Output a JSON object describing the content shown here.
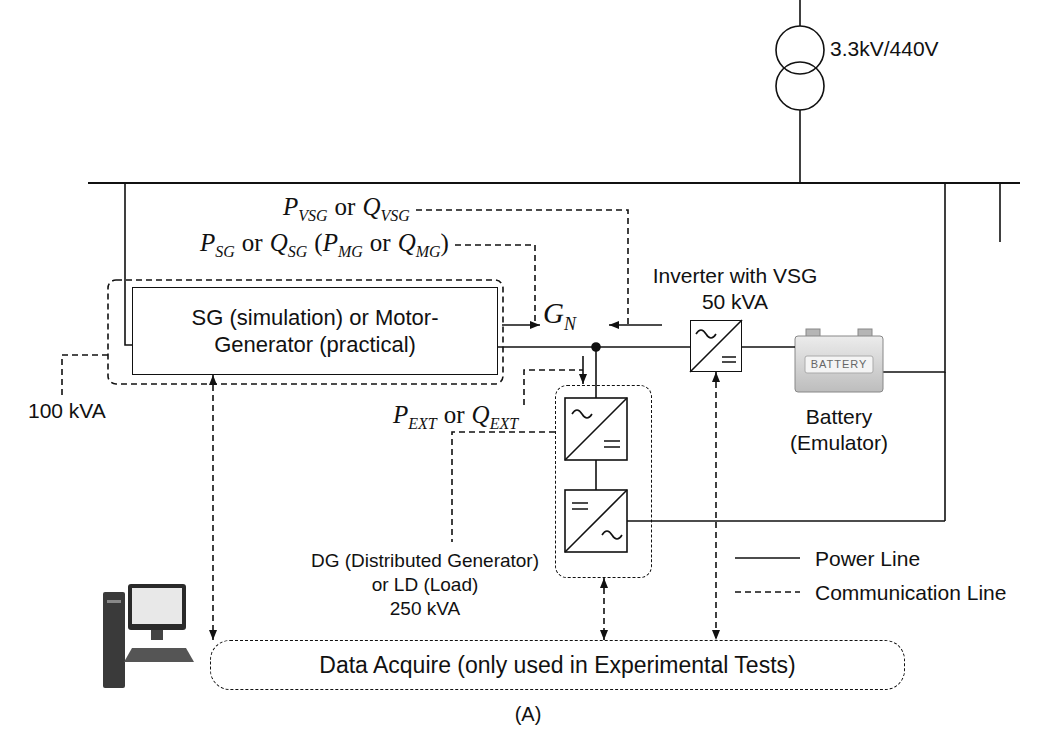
{
  "diagram": {
    "nodes": [
      {
        "text": [
          "SG (simulation) or Motor-Generator (practical)"
        ]
      },
      {
        "text": [
          "Inverter with VSG 50 kVA"
        ]
      },
      {
        "text": [
          "BATTERY",
          "Battery (Emulator)"
        ]
      },
      {
        "text": [
          "DG (Distributed Generator) or LD (Load)",
          "250 kVA"
        ]
      },
      {
        "text": [
          "Data Acquire (only used in Experimental Tests)"
        ]
      }
    ],
    "edges": [
      {
        "from": 0,
        "to": 4,
        "arrow": "both"
      },
      {
        "from": 3,
        "to": 4,
        "arrow": "both"
      },
      {
        "from": 1,
        "to": 4,
        "arrow": "both"
      },
      {
        "from": 0,
        "to": 1,
        "arrow": "none"
      },
      {
        "from": 1,
        "to": 2,
        "arrow": "none"
      }
    ],
    "labels": [
      "3.3kV/440V",
      "P",
      "VSG",
      "or",
      "Q",
      "VSG",
      "P",
      "SG",
      "or",
      "Q",
      "SG",
      "(",
      "P",
      "MG",
      "or",
      "Q",
      "MG",
      ")",
      "G",
      "N",
      "P",
      "EXT",
      "or",
      "Q",
      "EXT",
      "100 kVA",
      "(A)"
    ],
    "legend": [
      {
        "text": "Power Line"
      },
      {
        "text": "Communication Line"
      }
    ]
  }
}
